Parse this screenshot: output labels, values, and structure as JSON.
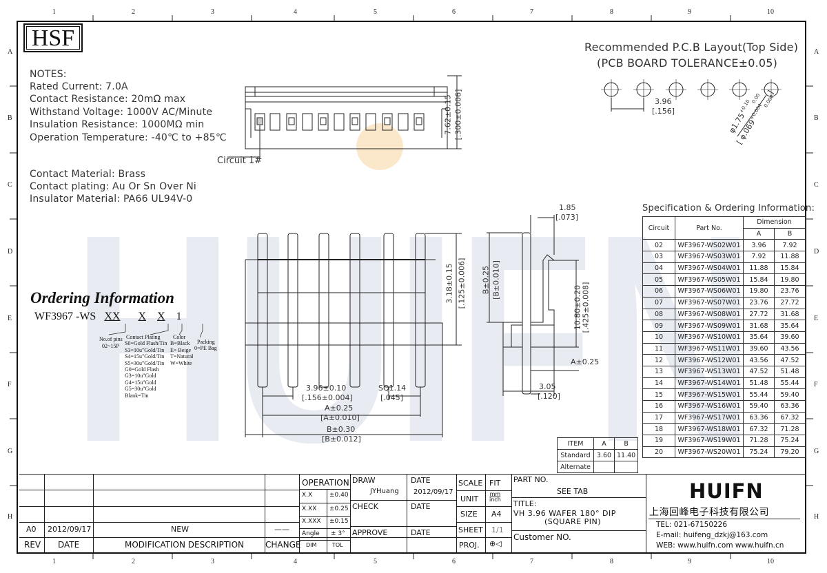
{
  "grid": {
    "cols": [
      "1",
      "2",
      "3",
      "4",
      "5",
      "6",
      "7",
      "8",
      "9",
      "10"
    ],
    "rows": [
      "A",
      "B",
      "C",
      "D",
      "E",
      "F",
      "G",
      "H"
    ]
  },
  "logo_hsf": "HSF",
  "notes": [
    "NOTES:",
    "Rated Current: 7.0A",
    "Contact Resistance: 20mΩ  max",
    "Withstand Voltage: 1000V AC/Minute",
    "Insulation Resistance: 1000MΩ min",
    "Operation Temperature: -40℃ to +85℃"
  ],
  "materials": [
    "Contact Material: Brass",
    "Contact plating: Au Or Sn Over Ni",
    "Insulator Material: PA66 UL94V-0"
  ],
  "pcb_title": [
    "Recommended P.C.B Layout(Top Side)",
    "(PCB BOARD TOLERANCE±0.05)"
  ],
  "pcb_dims": {
    "pitch": "3.96",
    "pitch_in": "[.156]",
    "hole": "φ1.75",
    "hole_tol_up": "+0.10",
    "hole_tol_dn": "0.00",
    "hole_in": "[ φ.069",
    "hole_in_up": "+0.004",
    "hole_in_dn": "0.000",
    "hole_in_end": "]"
  },
  "top_view": {
    "circuit_label": "Circuit 1#",
    "height": "7.62±0.15",
    "height_in": "[.300±0.006]"
  },
  "front_view": {
    "pin_up": "3.18±0.15",
    "pin_up_in": "[.125±0.006]",
    "pitch": "3.96±0.10",
    "pitch_in": "[.156±0.004]",
    "sq": "SQ1.14",
    "sq_in": "[.045]",
    "a": "A±0.25",
    "a_in": "[A±0.010]",
    "b": "B±0.30",
    "b_in": "[B±0.012]"
  },
  "side_view": {
    "t1": "1.85",
    "t1_in": "[.073]",
    "b": "B±0.25",
    "b_in": "[B±0.010]",
    "h": "10.80±0.20",
    "h_in": "[.425±0.008]",
    "a": "A±0.25",
    "w": "3.05",
    "w_in": "[.120]"
  },
  "ordering": {
    "title": "Ordering Information",
    "code_prefix": "WF3967 -WS",
    "code_parts": [
      "XX",
      "X",
      "X",
      "1"
    ],
    "pins_label": [
      "No.of pins",
      "02~15P"
    ],
    "plating_label": [
      "Contact Plating",
      "S0=Gold Flash/Tin",
      "S3=10u\"Gold/Tin",
      "S4=15u\"Gold/Tin",
      "S5=30u\"Gold/Tin",
      "G0=Gold Flash",
      "G3=10u\"Gold",
      "G4=15u\"Gold",
      "G5=30u\"Gold",
      "Blank=Tin"
    ],
    "color_label": [
      "Color",
      "B=Black",
      "E= Beige",
      "T=Natural",
      "W=White"
    ],
    "packing_label": [
      "Packing",
      "0=PE Bag"
    ]
  },
  "spec": {
    "title": "Specification & Ordering Information:",
    "headers": {
      "circuit": "Circuit",
      "part": "Part No.",
      "dimension": "Dimension",
      "a": "A",
      "b": "B"
    },
    "rows": [
      [
        "02",
        "WF3967-WS02W01",
        "3.96",
        "7.92"
      ],
      [
        "03",
        "WF3967-WS03W01",
        "7.92",
        "11.88"
      ],
      [
        "04",
        "WF3967-WS04W01",
        "11.88",
        "15.84"
      ],
      [
        "05",
        "WF3967-WS05W01",
        "15.84",
        "19.80"
      ],
      [
        "06",
        "WF3967-WS06W01",
        "19.80",
        "23.76"
      ],
      [
        "07",
        "WF3967-WS07W01",
        "23.76",
        "27.72"
      ],
      [
        "08",
        "WF3967-WS08W01",
        "27.72",
        "31.68"
      ],
      [
        "09",
        "WF3967-WS09W01",
        "31.68",
        "35.64"
      ],
      [
        "10",
        "WF3967-WS10W01",
        "35.64",
        "39.60"
      ],
      [
        "11",
        "WF3967-WS11W01",
        "39.60",
        "43.56"
      ],
      [
        "12",
        "WF3967-WS12W01",
        "43.56",
        "47.52"
      ],
      [
        "13",
        "WF3967-WS13W01",
        "47.52",
        "51.48"
      ],
      [
        "14",
        "WF3967-WS14W01",
        "51.48",
        "55.44"
      ],
      [
        "15",
        "WF3967-WS15W01",
        "55.44",
        "59.40"
      ],
      [
        "16",
        "WF3967-WS16W01",
        "59.40",
        "63.36"
      ],
      [
        "17",
        "WF3967-WS17W01",
        "63.36",
        "67.32"
      ],
      [
        "18",
        "WF3967-WS18W01",
        "67.32",
        "71.28"
      ],
      [
        "19",
        "WF3967-WS19W01",
        "71.28",
        "75.24"
      ],
      [
        "20",
        "WF3967-WS20W01",
        "75.24",
        "79.20"
      ]
    ]
  },
  "alt_table": {
    "headers": [
      "ITEM",
      "A",
      "B"
    ],
    "rows": [
      [
        "Standard",
        "3.60",
        "11.40"
      ],
      [
        "Alternate",
        "",
        ""
      ]
    ]
  },
  "title_block": {
    "rev_row": {
      "rev": "A0",
      "date": "2012/09/17",
      "desc": "NEW",
      "change": "——"
    },
    "headers": {
      "rev": "REV",
      "date": "DATE",
      "desc": "MODIFICATION  DESCRIPTION",
      "change": "CHANGE"
    },
    "operation": "OPERATION",
    "tol": [
      [
        "X.X",
        "±0.40"
      ],
      [
        "X.XX",
        "±0.25"
      ],
      [
        "X.XXX",
        "±0.15"
      ],
      [
        "Angle",
        "± 3°"
      ]
    ],
    "tol_foot": [
      "DIM",
      "TOL"
    ],
    "draw": "DRAW",
    "drawer": "JYHuang",
    "date_label": "DATE",
    "draw_date": "2012/09/17",
    "check": "CHECK",
    "approve": "APPROVE",
    "scale": "SCALE",
    "scale_val": "FIT",
    "unit": "UNIT",
    "unit_val_top": "mm",
    "unit_val_bot": "inch",
    "size": "SIZE",
    "size_val": "A4",
    "sheet": "SHEET",
    "sheet_val": "1/1",
    "proj": "PROJ.",
    "proj_val": "⊕◁",
    "part_no": "PART NO.",
    "part_val": "SEE TAB",
    "title_label": "TITLE:",
    "title_val1": "VH 3.96 WAFER 180° DIP",
    "title_val2": "(SQUARE PIN)",
    "customer": "Customer NO.",
    "company_logo": "HUIFN",
    "company_cn": "上海回峰电子科技有限公司",
    "tel": "TEL:  021-67150226",
    "email": "E-mail:  huifeng_dzkj@163.com",
    "web": "WEB:  www.huifn.com   www.huifn.cn"
  },
  "watermark": "HUIFN"
}
